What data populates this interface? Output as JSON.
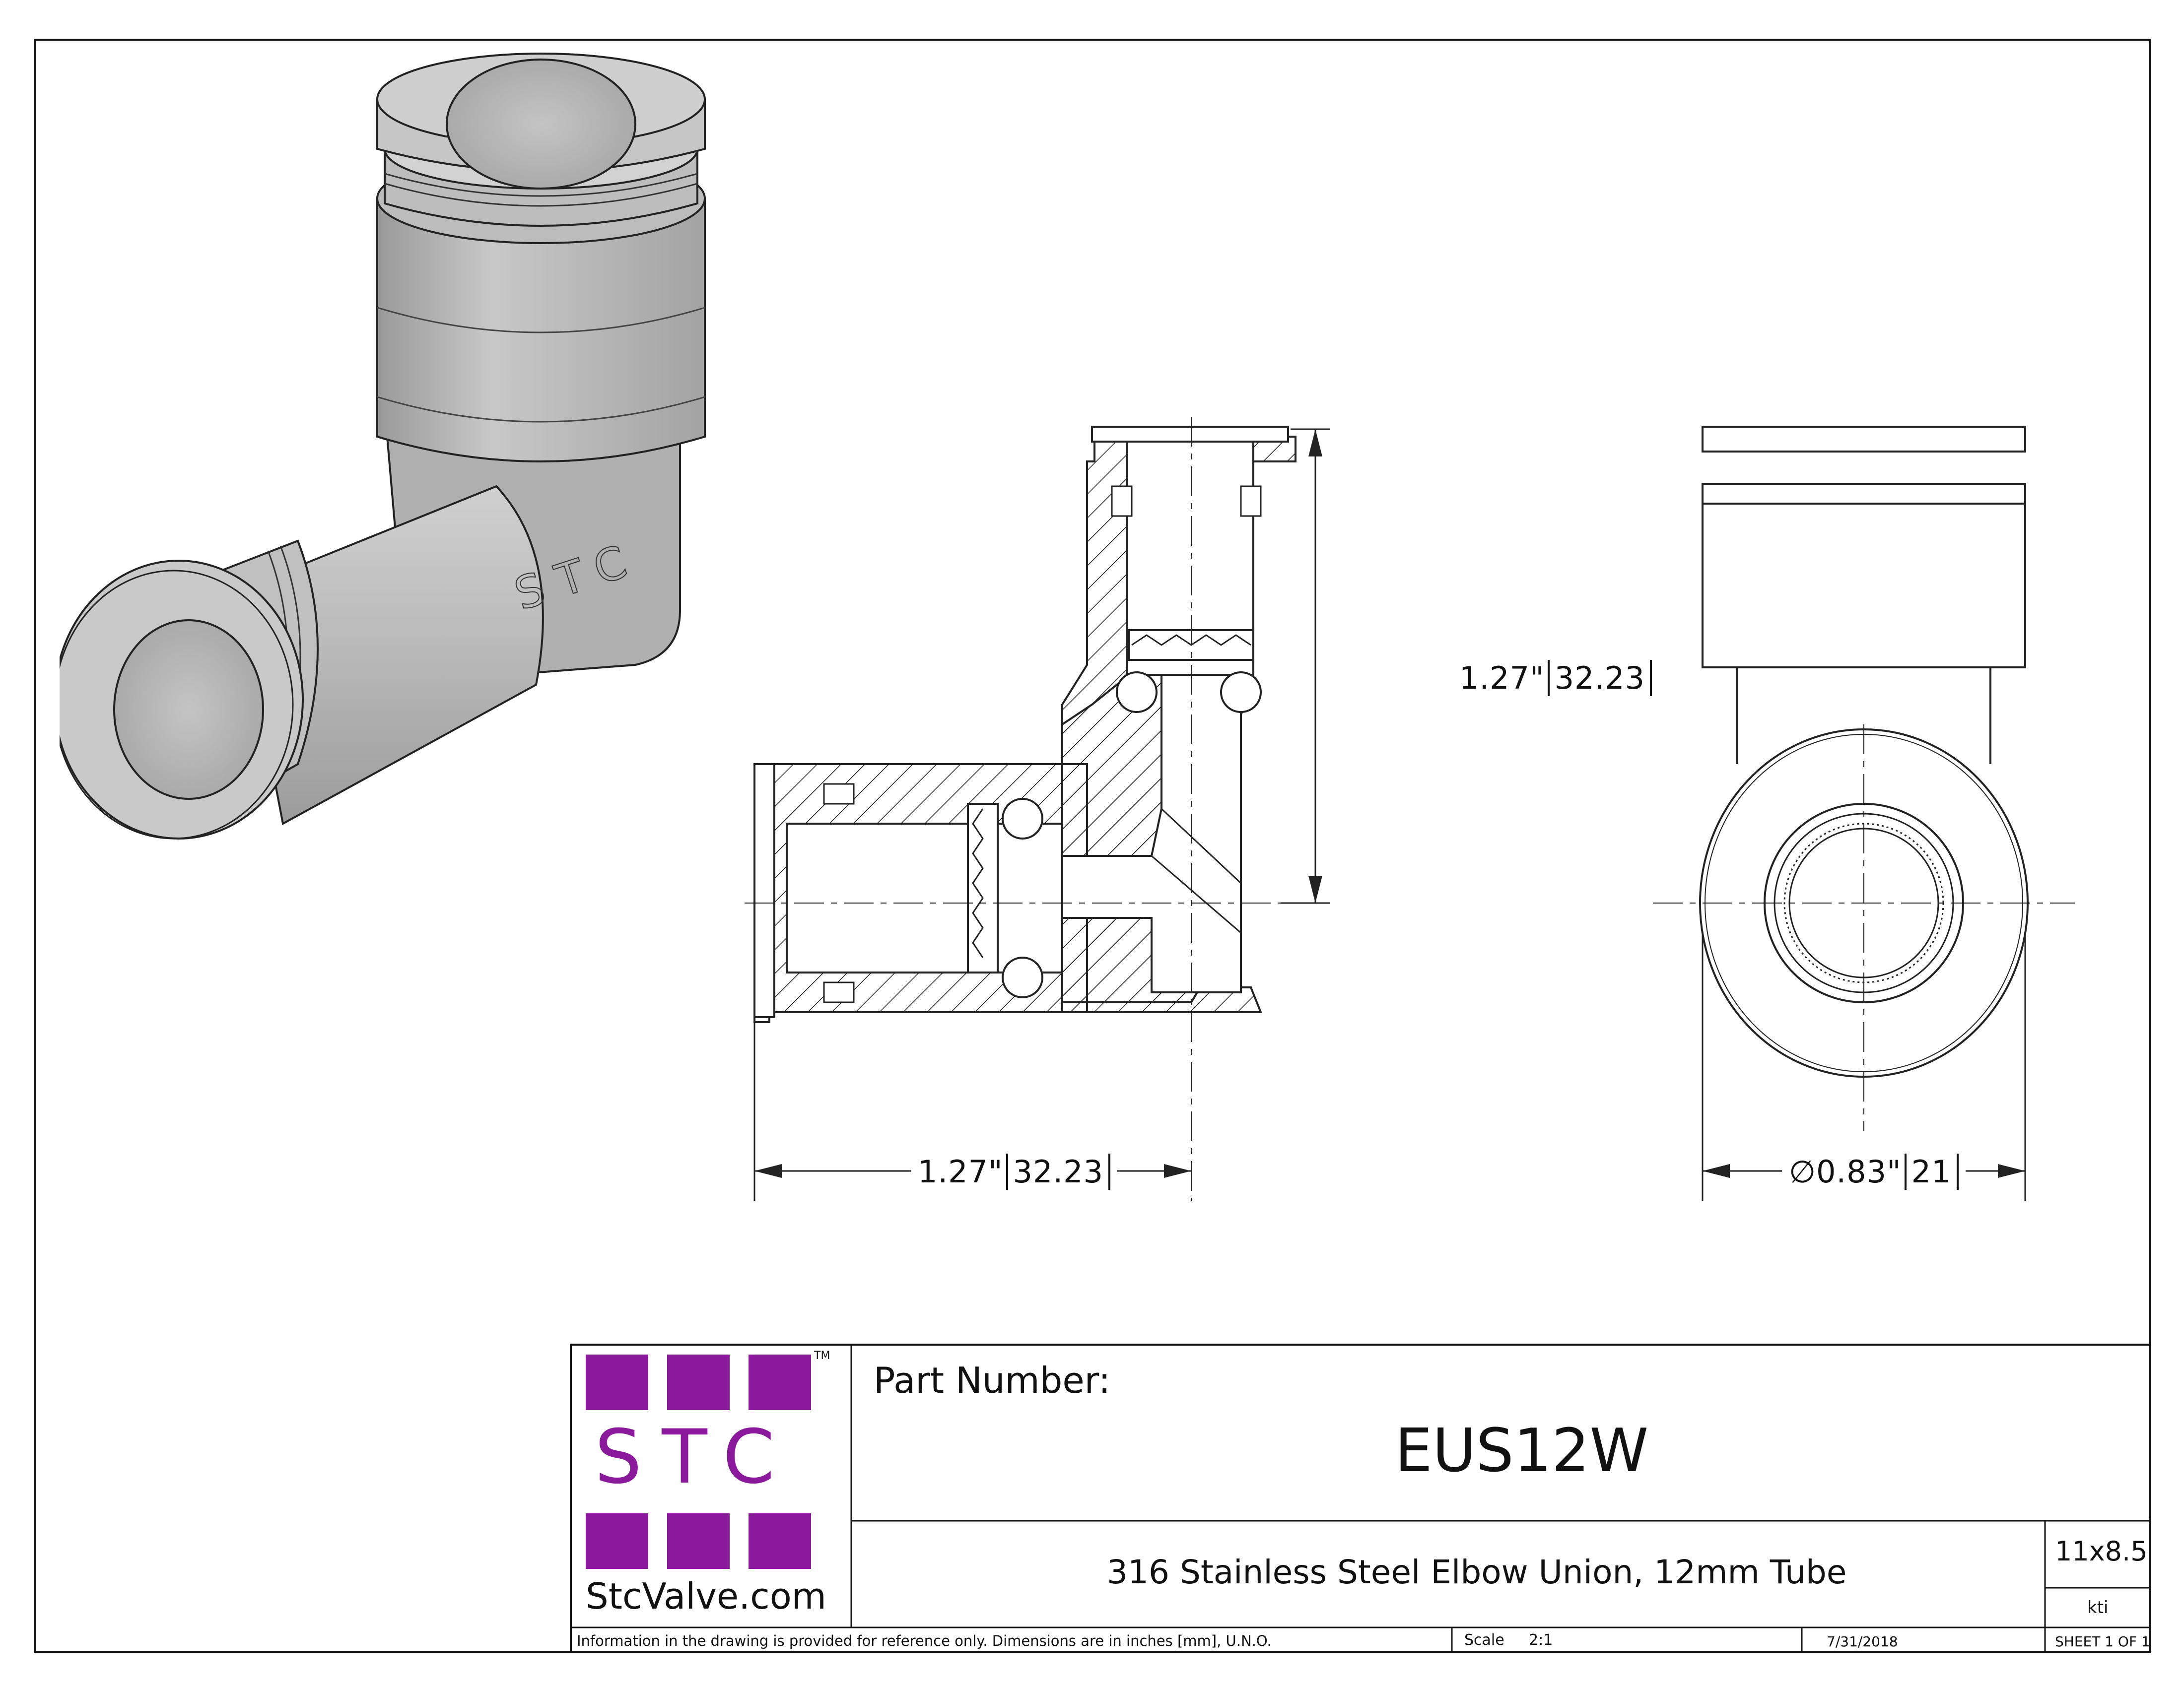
{
  "drawing": {
    "dim_vertical": "1.27\"",
    "dim_vertical_mm": "32.23",
    "dim_horizontal": "1.27\"",
    "dim_horizontal_mm": "32.23",
    "dim_diameter_symbol": "∅",
    "dim_diameter": "0.83\"",
    "dim_diameter_mm": "21",
    "body_marking": "STC"
  },
  "logo": {
    "letters": "STC",
    "tm": "TM",
    "website": "StcValve.com",
    "color": "#8a1a9b"
  },
  "title_block": {
    "part_number_label": "Part Number:",
    "part_number": "EUS12W",
    "description": "316 Stainless Steel Elbow Union, 12mm Tube",
    "sheet_size": "11x8.5",
    "author": "kti",
    "disclaimer": "Information in the drawing is provided for reference only. Dimensions are in inches [mm], U.N.O.",
    "scale_label": "Scale",
    "scale": "2:1",
    "date": "7/31/2018",
    "sheet": "SHEET 1 OF 1"
  },
  "colors": {
    "line": "#111111",
    "part_body": "#b4b4b4"
  }
}
